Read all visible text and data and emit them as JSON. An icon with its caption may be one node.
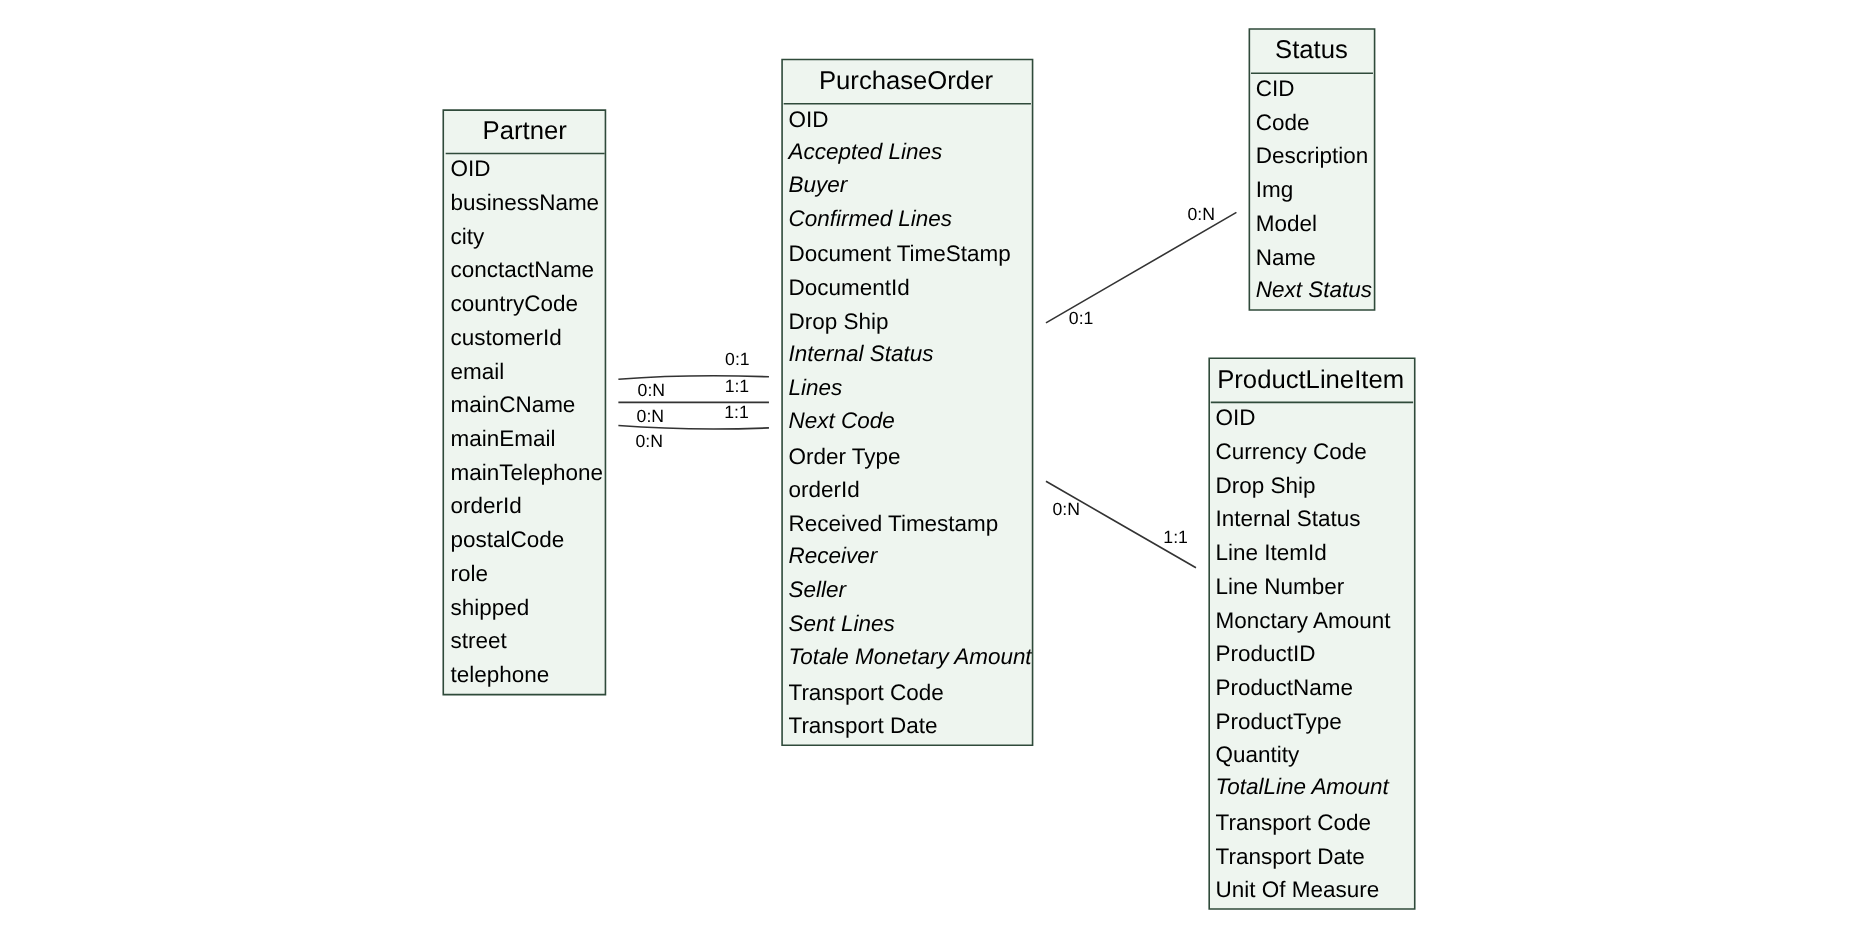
{
  "diagram": {
    "nodes": [
      {
        "text": [
          "Partner",
          "OID",
          "businessName",
          "city",
          "conctactName",
          "countryCode",
          "customerId",
          "email",
          "mainCName",
          "mainEmail",
          "mainTelephone",
          "orderId",
          "postalCode",
          "role",
          "shipped",
          "street",
          "telephone"
        ]
      },
      {
        "text": [
          "PurchaseOrder",
          "OID",
          "Accepted Lines",
          "Buyer",
          "Confirmed Lines",
          "Document TimeStamp",
          "DocumentId",
          "Drop Ship",
          "Internal Status",
          "Lines",
          "Next Code",
          "Order Type",
          "orderId",
          "Received Timestamp",
          "Receiver",
          "Seller",
          "Sent Lines",
          "Totale Monetary Amount",
          "Transport Code",
          "Transport Date"
        ]
      },
      {
        "text": [
          "ProductLineItem",
          "OID",
          "Currency Code",
          "Drop Ship",
          "Internal Status",
          "Line ItemId",
          "Line Number",
          "Monctary Amount",
          "ProductID",
          "ProductName",
          "ProductType",
          "Quantity",
          "TotalLine Amount",
          "Transport Code",
          "Transport Date",
          "Unit Of Measure"
        ]
      },
      {
        "text": [
          "Status",
          "CID",
          "Code",
          "Description",
          "Img",
          "Model",
          "Name",
          "Next Status"
        ]
      }
    ],
    "edges": [
      {
        "from": 0,
        "to": 1,
        "arrow": "none"
      },
      {
        "from": 0,
        "to": 1,
        "arrow": "none"
      },
      {
        "from": 0,
        "to": 1,
        "arrow": "none"
      },
      {
        "from": 1,
        "to": 3,
        "arrow": "none"
      },
      {
        "from": 1,
        "to": 2,
        "arrow": "none"
      }
    ],
    "labels": [
      "0:N",
      "1:1",
      "0:N",
      "1:1",
      "0:N",
      "0:1",
      "0:1",
      "0:N",
      "0:N",
      "1:1"
    ]
  }
}
